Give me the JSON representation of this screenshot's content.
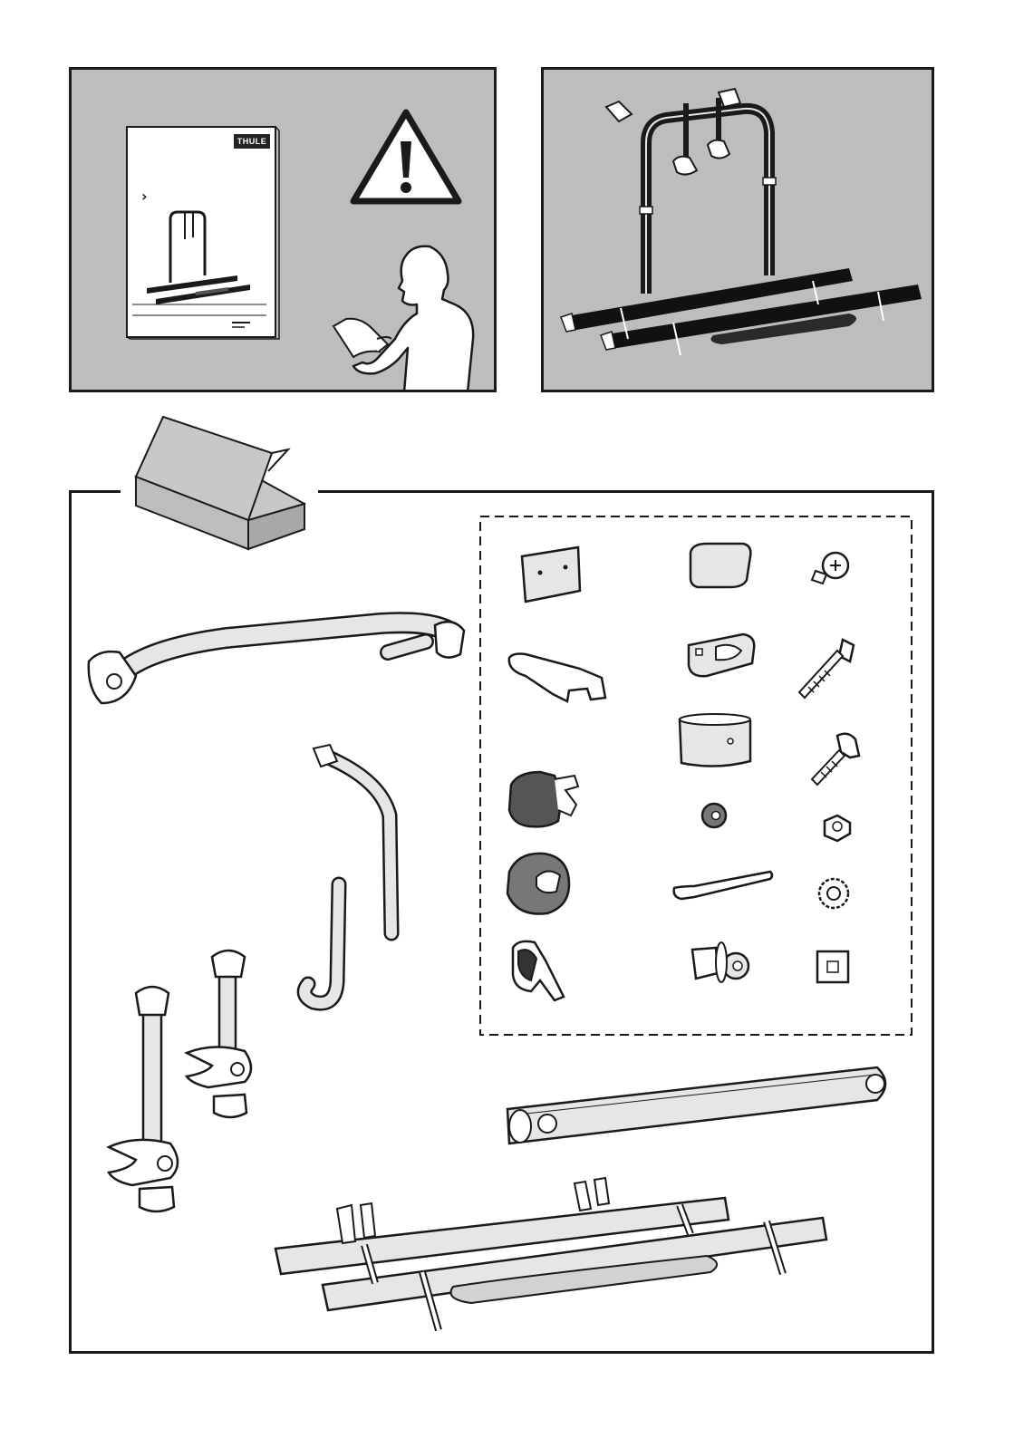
{
  "manual_panel": {
    "booklet": {
      "brand_logo_text": "THULE",
      "marker_glyph": "›"
    },
    "warning_icon": "warning-triangle-icon",
    "reader_icon": "person-reading-manual-icon"
  },
  "assembled_panel": {
    "illustration": "assembled-bike-carrier-icon"
  },
  "contents_panel": {
    "box_icon": "open-box-icon",
    "loose_parts": [
      "upper-frame-arm",
      "upright-tube",
      "short-hooked-tube",
      "bike-holder-arm-long",
      "bike-holder-arm-short",
      "support-beam",
      "wheel-rail-assembly"
    ],
    "small_parts_grid": [
      [
        "mounting-plate",
        "end-cap",
        "pan-head-screw"
      ],
      [
        "wheel-rail-clip",
        "tube-clamp",
        "allen-bolt"
      ],
      [
        "",
        "tube-sleeve",
        "carriage-bolt"
      ],
      [
        "strap-end-cap",
        "washer",
        "hex-nut"
      ],
      [
        "half-round-spacer",
        "hex-key",
        "lock-washer"
      ],
      [
        "wheel-strap",
        "screw-with-anchor",
        "square-washer"
      ]
    ]
  },
  "colors": {
    "panel_fill": "#bdbdbd",
    "line": "#1a1a1a",
    "rail": "#111111",
    "part_fill": "#e6e6e6"
  }
}
